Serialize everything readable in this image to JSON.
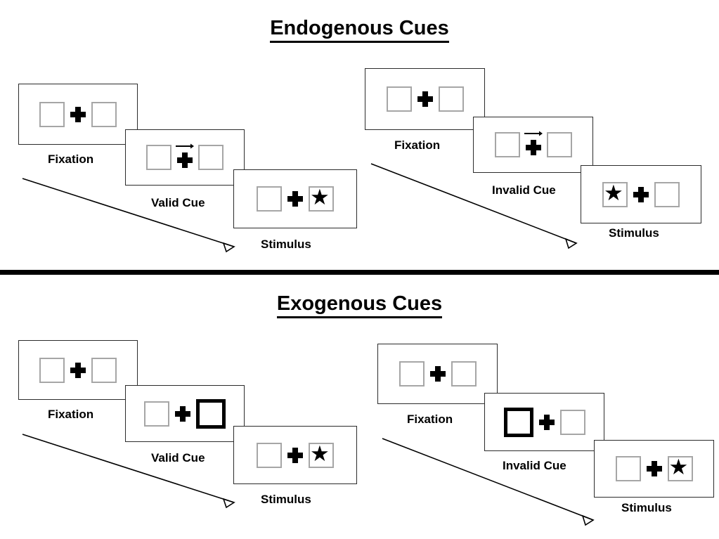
{
  "sections": [
    {
      "id": "endogenous",
      "title": "Endogenous Cues",
      "groups": [
        {
          "id": "endogenous-valid",
          "condition": "valid",
          "steps": [
            {
              "label": "Fixation",
              "left": "empty",
              "right": "empty",
              "cue": "none"
            },
            {
              "label": "Valid Cue",
              "left": "empty",
              "right": "empty",
              "cue": "arrow-right"
            },
            {
              "label": "Stimulus",
              "left": "empty",
              "right": "star",
              "cue": "none"
            }
          ]
        },
        {
          "id": "endogenous-invalid",
          "condition": "invalid",
          "steps": [
            {
              "label": "Fixation",
              "left": "empty",
              "right": "empty",
              "cue": "none"
            },
            {
              "label": "Invalid Cue",
              "left": "empty",
              "right": "empty",
              "cue": "arrow-right"
            },
            {
              "label": "Stimulus",
              "left": "star",
              "right": "empty",
              "cue": "none"
            }
          ]
        }
      ]
    },
    {
      "id": "exogenous",
      "title": "Exogenous Cues",
      "groups": [
        {
          "id": "exogenous-valid",
          "condition": "valid",
          "steps": [
            {
              "label": "Fixation",
              "left": "empty",
              "right": "empty",
              "cue": "none"
            },
            {
              "label": "Valid Cue",
              "left": "empty",
              "right": "flash",
              "cue": "none"
            },
            {
              "label": "Stimulus",
              "left": "empty",
              "right": "star",
              "cue": "none"
            }
          ]
        },
        {
          "id": "exogenous-invalid",
          "condition": "invalid",
          "steps": [
            {
              "label": "Fixation",
              "left": "empty",
              "right": "empty",
              "cue": "none"
            },
            {
              "label": "Invalid Cue",
              "left": "flash",
              "right": "empty",
              "cue": "none"
            },
            {
              "label": "Stimulus",
              "left": "empty",
              "right": "star",
              "cue": "none"
            }
          ]
        }
      ]
    }
  ],
  "glyphs": {
    "star": "★",
    "fixation_cross": "plus-icon",
    "cue_arrow": "arrow-right-icon",
    "time_arrow": "time-flow-arrow-icon"
  },
  "colors": {
    "ink": "#000000",
    "panel_border": "#2b2b2b",
    "box_border": "#a6a6a6",
    "cue_box_border": "#000000",
    "background": "#ffffff"
  }
}
